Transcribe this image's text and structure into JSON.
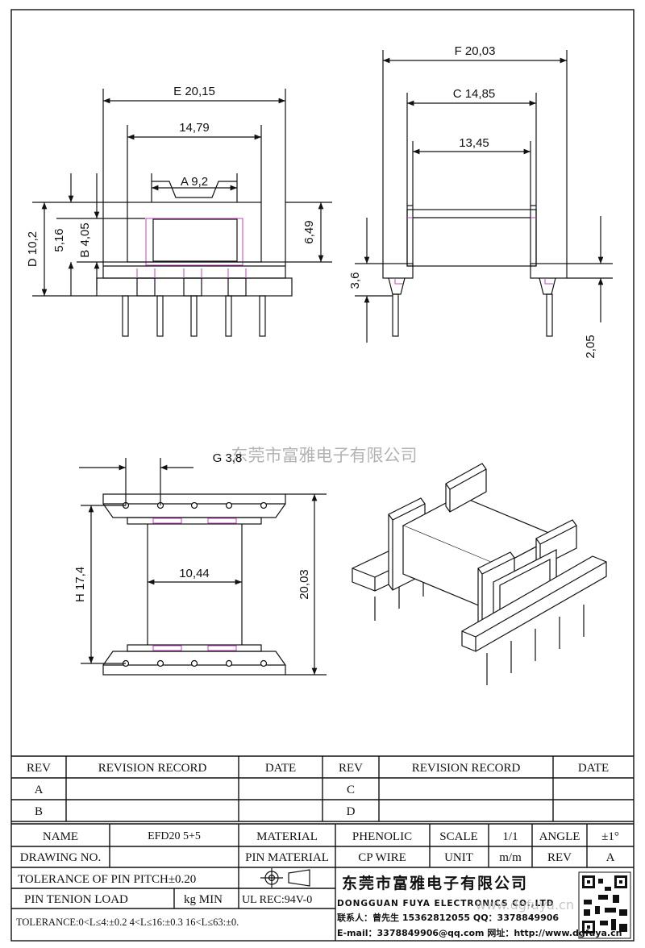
{
  "front_view": {
    "dim_e": "E 20,15",
    "dim_inner": "14,79",
    "dim_a": "A 9,2",
    "dim_d": "D 10,2",
    "dim_516": "5,16",
    "dim_b": "B 4,05",
    "dim_649": "6,49"
  },
  "side_view": {
    "dim_f": "F 20,03",
    "dim_c": "C 14,85",
    "dim_1345": "13,45",
    "dim_36": "3,6",
    "dim_205": "2,05"
  },
  "bottom_view": {
    "dim_g": "G 3,8",
    "dim_h": "H 17,4",
    "dim_1044": "10,44",
    "dim_2003": "20,03"
  },
  "watermark": "东莞市富雅电子有限公司",
  "revision_table": {
    "headers": [
      "REV",
      "REVISION RECORD",
      "DATE",
      "REV",
      "REVISION RECORD",
      "DATE"
    ],
    "rows": [
      [
        "A",
        "",
        "",
        "C",
        "",
        ""
      ],
      [
        "B",
        "",
        "",
        "D",
        "",
        ""
      ]
    ]
  },
  "title_block": {
    "name_label": "NAME",
    "name_value": "EFD20 5+5",
    "material_label": "MATERIAL",
    "material_value": "PHENOLIC",
    "scale_label": "SCALE",
    "scale_value": "1/1",
    "angle_label": "ANGLE",
    "angle_value": "±1°",
    "drawing_no_label": "DRAWING NO.",
    "drawing_no_value": "",
    "pin_material_label": "PIN MATERIAL",
    "pin_material_value": "CP WIRE",
    "unit_label": "UNIT",
    "unit_value": "m/m",
    "rev_label": "REV",
    "rev_value": "A",
    "tolerance_pitch": "TOLERANCE OF PIN PITCH±0.20",
    "pin_tension_label": "PIN TENION LOAD",
    "pin_tension_unit": "kg MIN",
    "ul_rec": "UL REC:94V-0",
    "tolerance_line": "TOLERANCE:0<L≤4:±0.2  4<L≤16:±0.3  16<L≤63:±0.",
    "company_cn": "东莞市富雅电子有限公司",
    "company_en": "DONGGUAN FUYA ELECTRONICS CO.,LTD",
    "contact": "联系人：曾先生 15362812055  QQ：3378849906",
    "email": "E-mail：3378849906@qq.com  网址：http://www.dgfuya.cn",
    "corner_watermark": "www.dgfuya.cn"
  },
  "colors": {
    "line": "#111111",
    "hidden_line": "#c040c0",
    "watermark": "#9a9a9a"
  }
}
